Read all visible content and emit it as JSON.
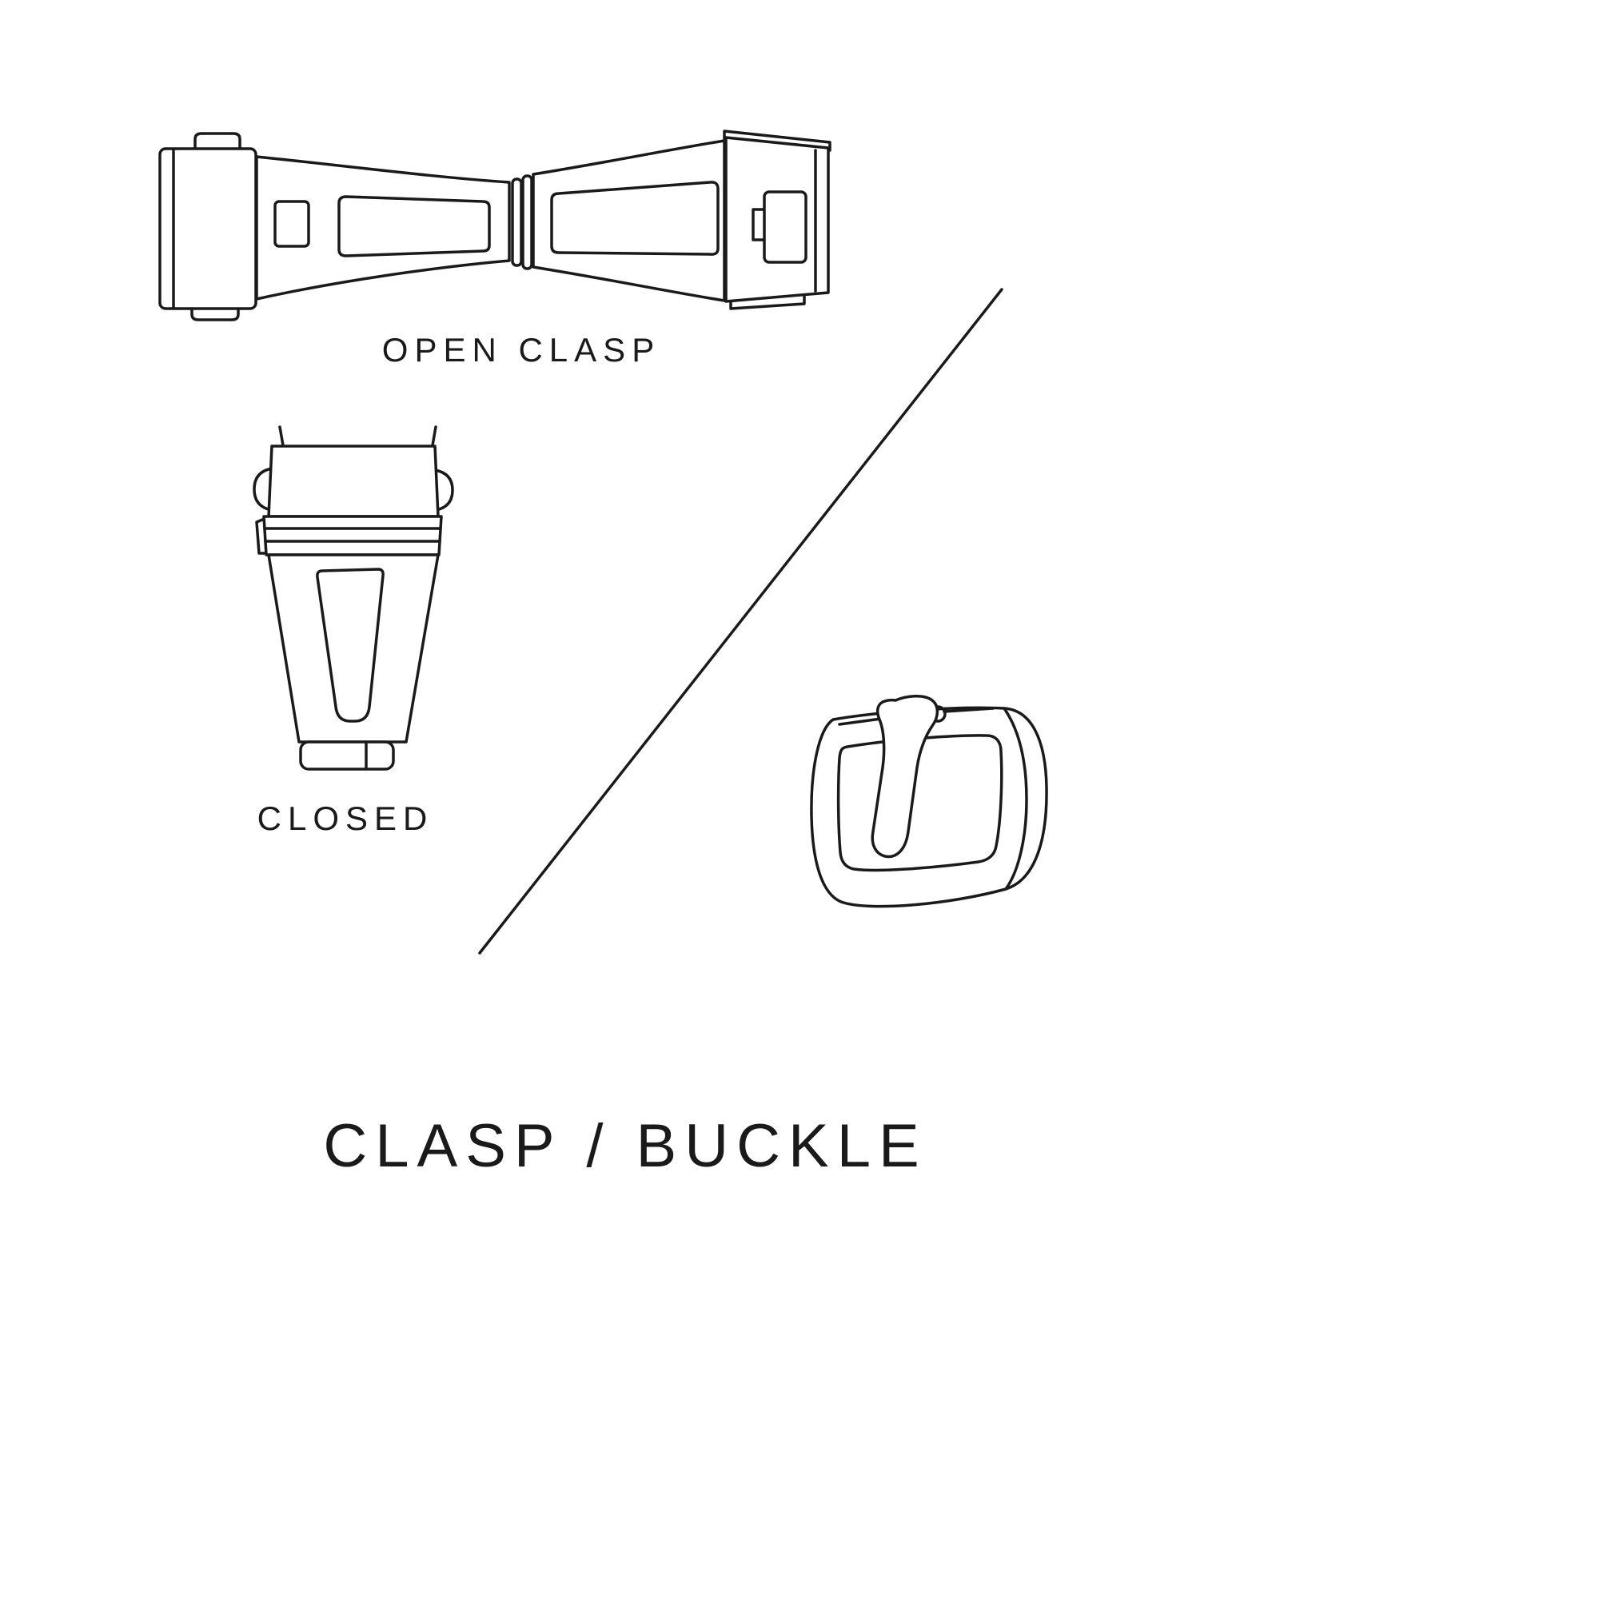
{
  "canvas": {
    "background": "#ffffff",
    "ink": "#1a1a1a"
  },
  "labels": {
    "open_clasp": "OPEN CLASP",
    "closed": "CLOSED"
  },
  "title": "CLASP / BUCKLE",
  "figures": [
    {
      "name": "open-clasp-illustration",
      "caption": "OPEN CLASP"
    },
    {
      "name": "closed-clasp-illustration",
      "caption": "CLOSED"
    },
    {
      "name": "buckle-illustration",
      "caption": ""
    }
  ]
}
